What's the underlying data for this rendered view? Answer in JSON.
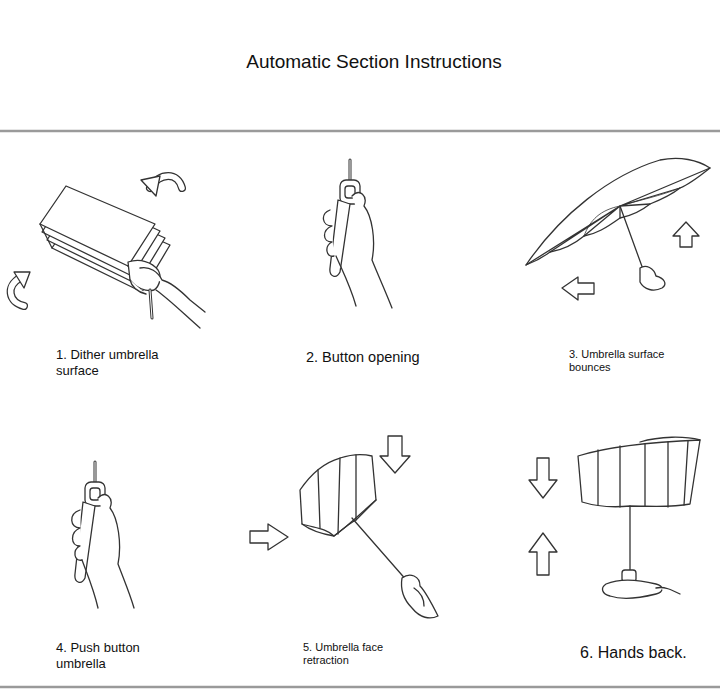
{
  "diagram": {
    "title": "Automatic Section Instructions",
    "labels": [
      "1. Dither umbrella surface",
      "2. Button opening",
      "3. Umbrella surface bounces",
      "4. Push button umbrella",
      "5. Umbrella face retraction",
      "6. Hands back."
    ]
  }
}
